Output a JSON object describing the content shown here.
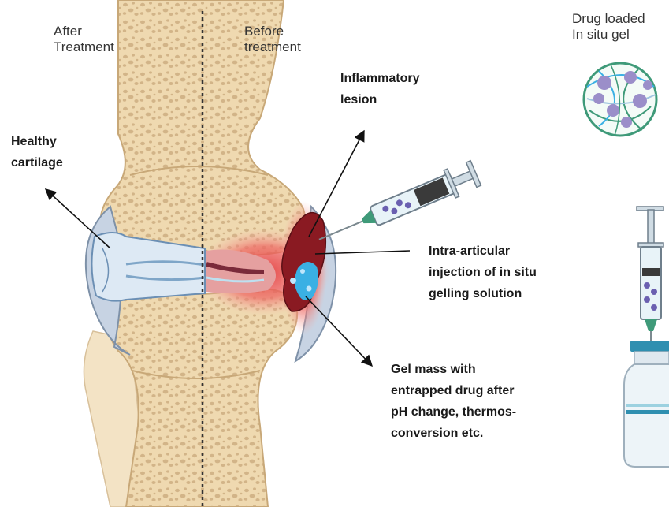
{
  "labels": {
    "after_treatment": [
      "After",
      "Treatment"
    ],
    "before_treatment": [
      "Before",
      "treatment"
    ],
    "drug_loaded_gel": [
      "Drug loaded",
      "In situ gel"
    ],
    "inflammatory_lesion": [
      "Inflammatory",
      "lesion"
    ],
    "healthy_cartilage": [
      "Healthy",
      "cartilage"
    ],
    "injection": [
      "Intra-articular",
      "injection of in situ",
      "gelling solution"
    ],
    "gel_mass": [
      "Gel mass with",
      "entrapped drug after",
      "pH change, thermos-",
      "conversion etc."
    ]
  },
  "colors": {
    "bone": "#efd9b0",
    "bone_pores": "#d2b488",
    "bone_outline": "#c8a878",
    "capsule": "#c7d3e3",
    "cartilage_blue": "#bcd9ef",
    "inflammation_red": "#e23a3a",
    "lesion_dark": "#8a1a22",
    "gel_cyan": "#3ab0e4",
    "drug_purple": "#9b8ec9",
    "needle_green": "#3f9a79"
  }
}
